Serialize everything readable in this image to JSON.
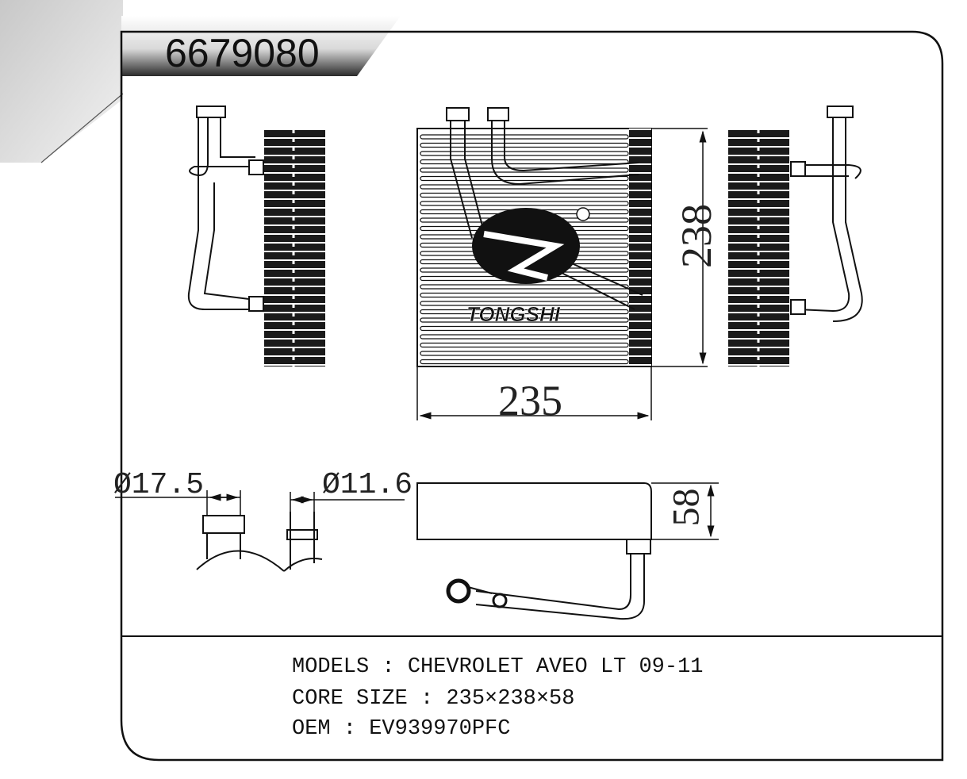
{
  "header": {
    "part_number": "6679080"
  },
  "drawing": {
    "brand_logo_text": "TONGSHI",
    "dimensions": {
      "width": "235",
      "height": "238",
      "depth": "58",
      "large_pipe_diameter": "Ø17.5",
      "small_pipe_diameter": "Ø11.6"
    }
  },
  "specs": {
    "models": "MODELS : CHEVROLET AVEO LT 09-11",
    "core_size": "CORE SIZE : 235×238×58",
    "oem": "OEM : EV939970PFC"
  }
}
